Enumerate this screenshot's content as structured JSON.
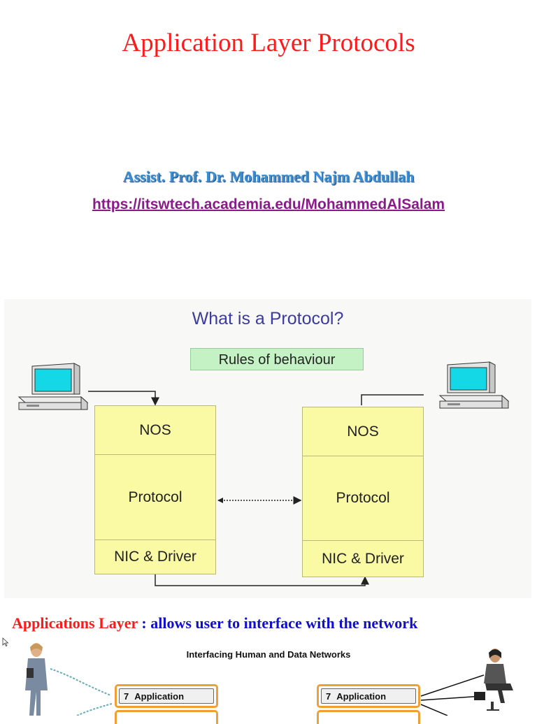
{
  "slide": {
    "title": "Application Layer Protocols",
    "author": "Assist. Prof. Dr. Mohammed Najm Abdullah",
    "link": "https://itswtech.academia.edu/MohammedAlSalam"
  },
  "diagram": {
    "title": "What is a Protocol?",
    "rules_label": "Rules of behaviour",
    "left_stack": [
      "NOS",
      "Protocol",
      "NIC & Driver"
    ],
    "right_stack": [
      "NOS",
      "Protocol",
      "NIC & Driver"
    ]
  },
  "applications": {
    "term": "Applications Layer",
    "separator": " : ",
    "definition": "allows user to interface with the network"
  },
  "bottom_figure": {
    "caption": "Interfacing Human and Data Networks",
    "left_layer_num": "7",
    "left_layer_label": "Application",
    "right_layer_num": "7",
    "right_layer_label": "Application"
  },
  "colors": {
    "title": "#ff1a1a",
    "author": "#3b8fd6",
    "link": "#8a1a8a",
    "stack_fill": "#fafaa4",
    "rules_fill": "#c4f2c4",
    "layer_border": "#f0a030"
  }
}
